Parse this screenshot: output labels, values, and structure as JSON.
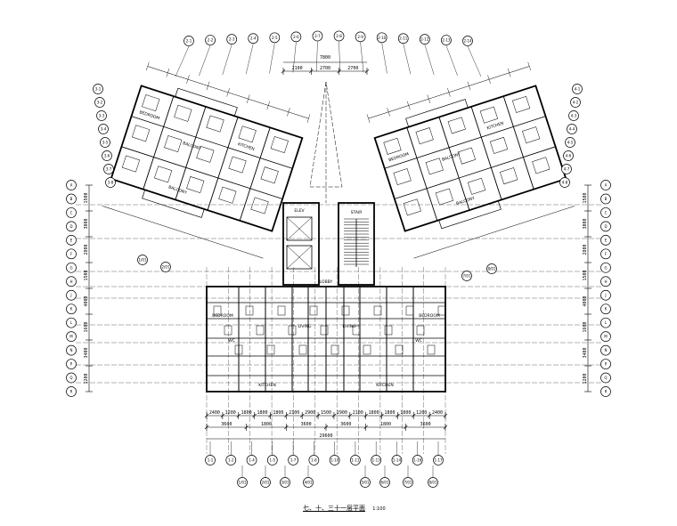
{
  "drawing": {
    "title": "七、十、三十一层平面",
    "scale": "1:100"
  },
  "dimensions": {
    "top_span": "7800",
    "top_parts": [
      "2100",
      "2700",
      "2700"
    ],
    "bottom_parts": [
      "2400",
      "1200",
      "1800",
      "1800",
      "1800",
      "2100",
      "2900",
      "1500",
      "2900",
      "2100",
      "1800",
      "1800",
      "1800",
      "1200",
      "2400"
    ],
    "bottom_total": "29600",
    "bottom_row2": [
      "3600",
      "1800",
      "3600",
      "3600",
      "1800",
      "3600"
    ],
    "left_side": [
      "1500",
      "3000",
      "2800",
      "1500",
      "4000",
      "1600",
      "3400",
      "1200"
    ],
    "right_side": [
      "1500",
      "3000",
      "2800",
      "1500",
      "4000",
      "1600",
      "3400",
      "1200"
    ]
  },
  "room_labels": {
    "balcony": "BALCONY",
    "bedroom": "BEDROOM",
    "living": "LIVING",
    "kitchen": "KITCHEN",
    "wc": "WC",
    "lobby": "LOBBY",
    "stair": "STAIR",
    "elevator": "ELEV"
  },
  "axis_labels": {
    "bottom": [
      "1-1",
      "1-2",
      "1-4",
      "1-5",
      "1-7",
      "1-8",
      "1-10",
      "1-11",
      "1-13",
      "1-14",
      "1-16",
      "1-17"
    ],
    "bottom_refs": [
      "1/01",
      "2/01",
      "3/01",
      "4/01",
      "5/01",
      "6/01",
      "7/01",
      "8/01"
    ],
    "left": [
      "A",
      "B",
      "C",
      "D",
      "E",
      "F",
      "G",
      "H",
      "J",
      "K",
      "L",
      "M",
      "N",
      "P",
      "Q",
      "R"
    ],
    "right": [
      "A",
      "B",
      "C",
      "D",
      "E",
      "F",
      "G",
      "H",
      "J",
      "K",
      "L",
      "M",
      "N",
      "P",
      "Q",
      "R"
    ],
    "top": [
      "2-1",
      "2-2",
      "2-3",
      "2-4",
      "2-5",
      "2-6",
      "2-7",
      "2-8",
      "2-9",
      "2-10",
      "2-11",
      "2-12",
      "2-13",
      "2-14"
    ],
    "wing_left": [
      "3-1",
      "3-2",
      "3-3",
      "3-4",
      "3-5",
      "3-6",
      "3-7",
      "3-8"
    ],
    "wing_right": [
      "4-1",
      "4-2",
      "4-3",
      "4-4",
      "4-5",
      "4-6",
      "4-7",
      "4-8"
    ]
  }
}
